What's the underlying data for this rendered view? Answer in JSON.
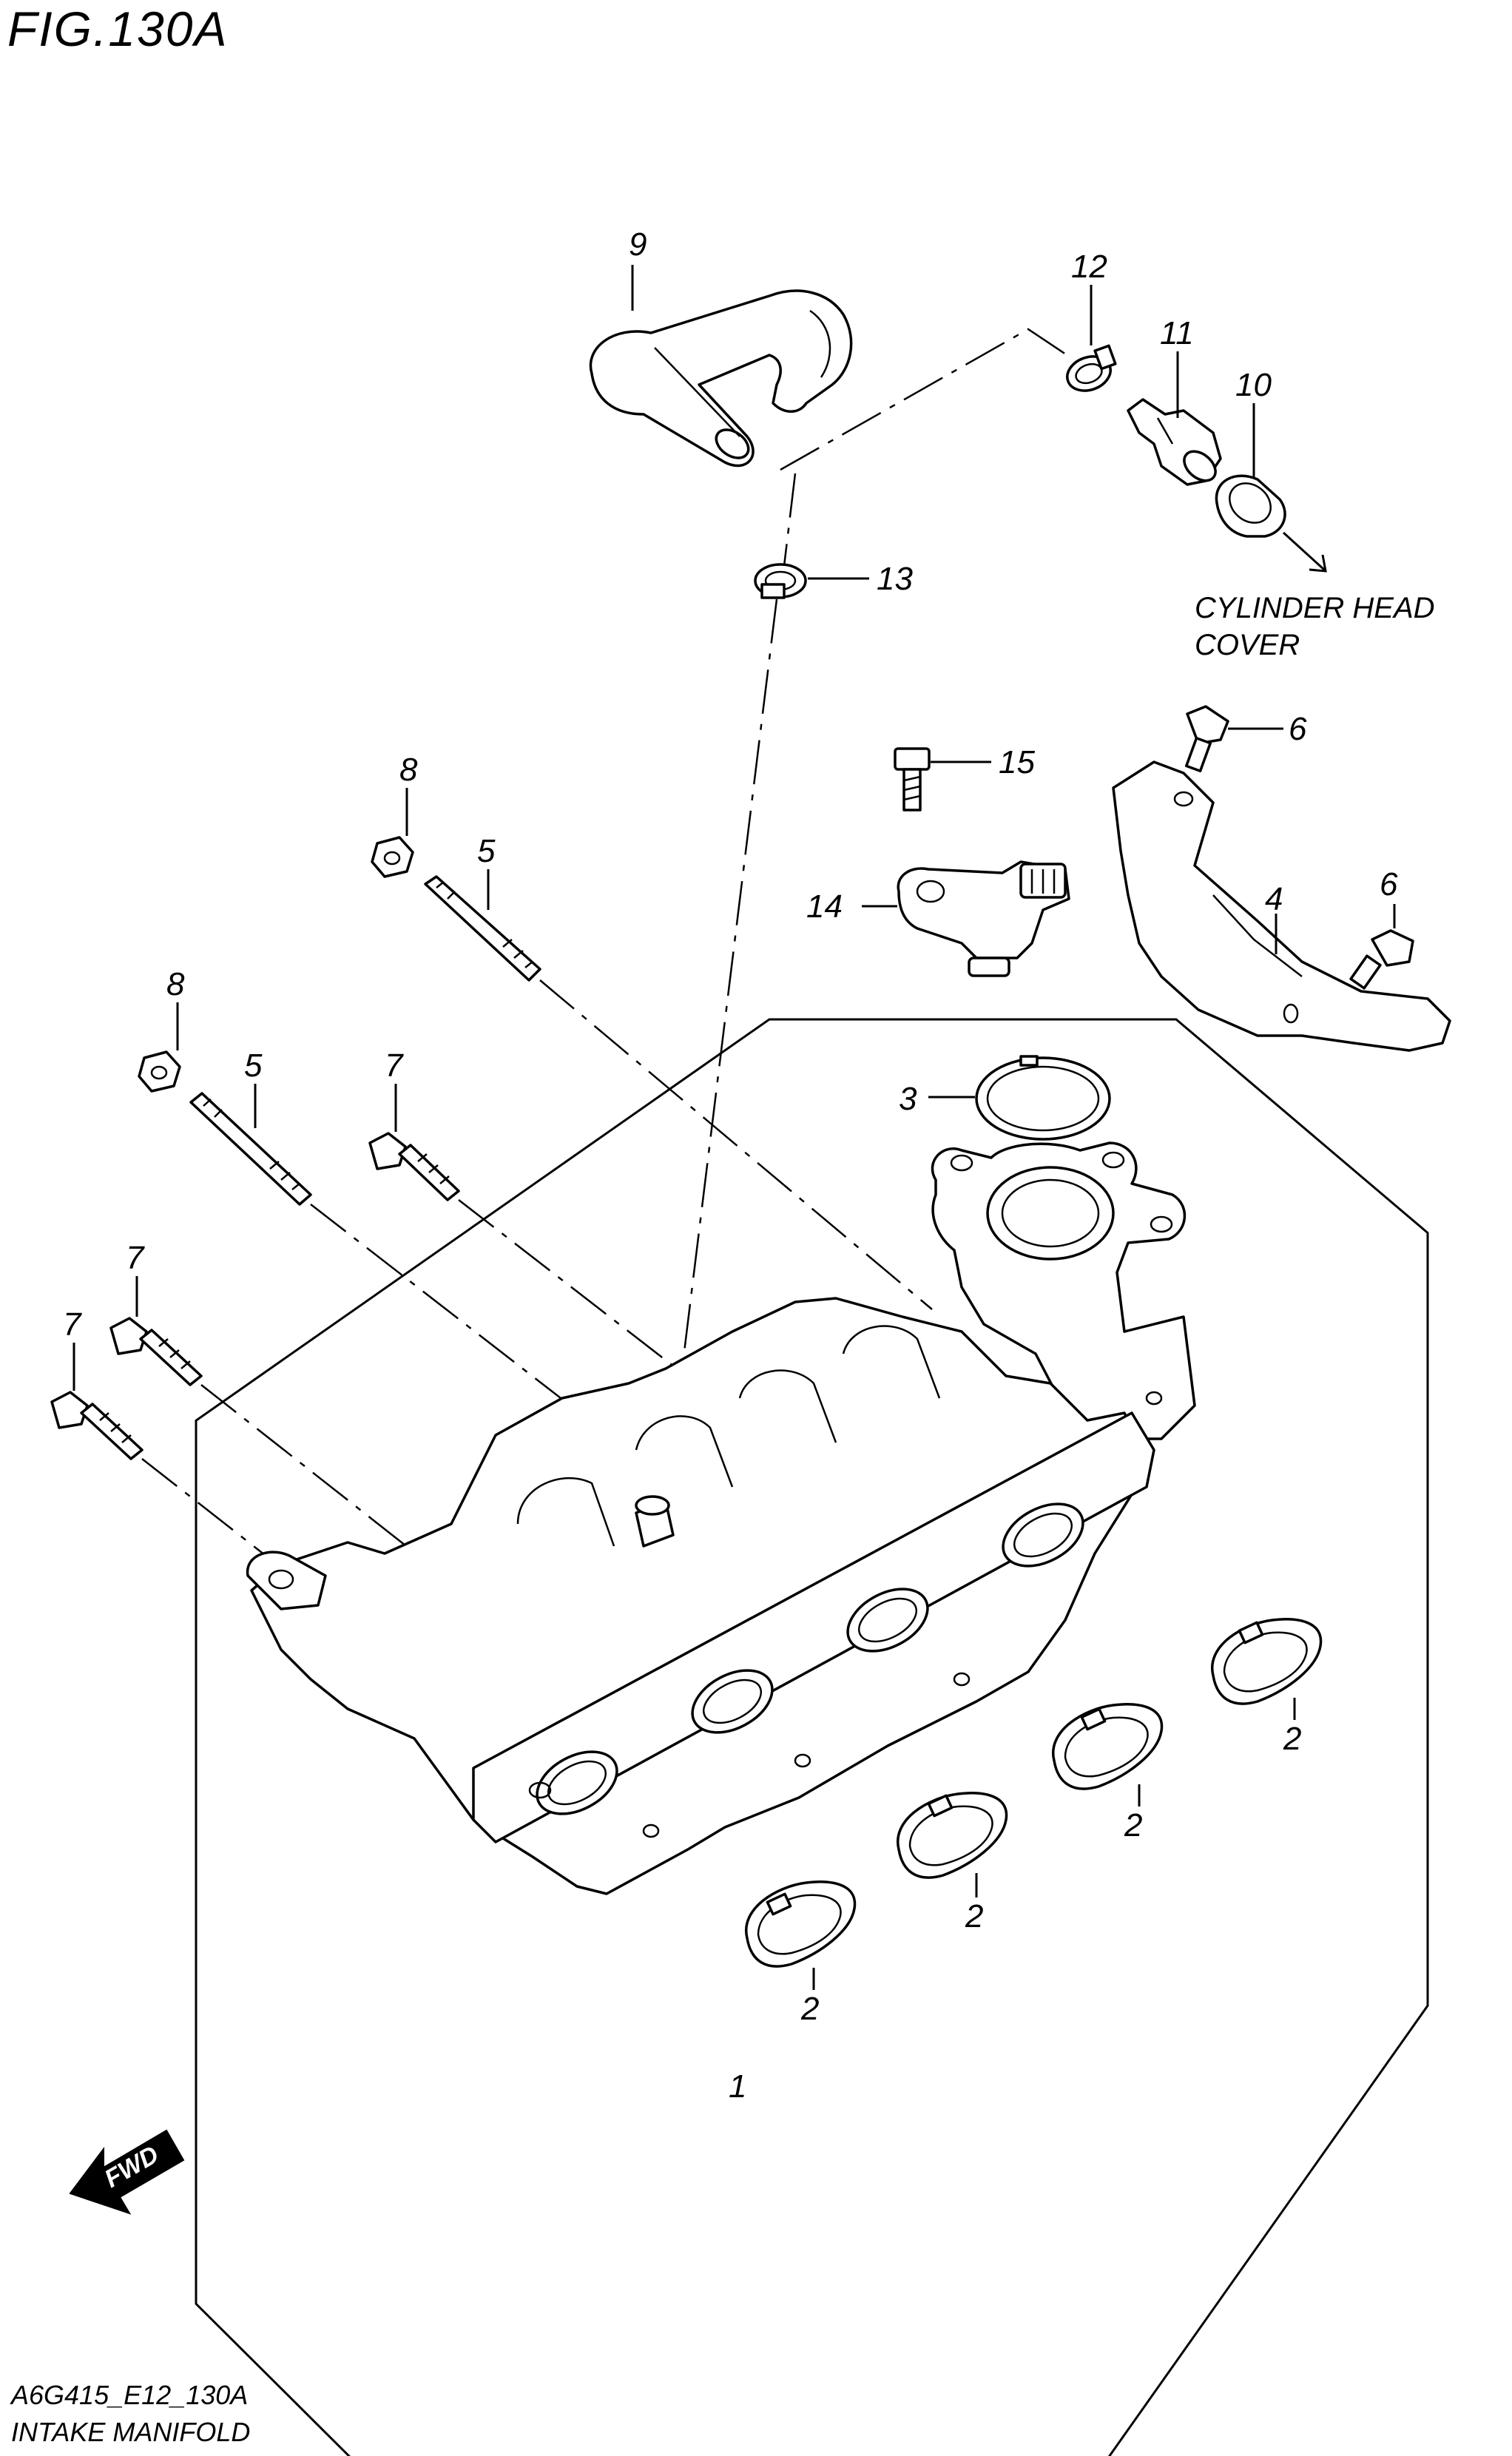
{
  "figure": {
    "title": "FIG.130A"
  },
  "labels": {
    "p1": "1",
    "p2a": "2",
    "p2b": "2",
    "p2c": "2",
    "p2d": "2",
    "p3": "3",
    "p4": "4",
    "p5a": "5",
    "p5b": "5",
    "p6a": "6",
    "p6b": "6",
    "p7a": "7",
    "p7b": "7",
    "p7c": "7",
    "p8a": "8",
    "p8b": "8",
    "p9": "9",
    "p10": "10",
    "p11": "11",
    "p12": "12",
    "p13": "13",
    "p14": "14",
    "p15": "15"
  },
  "annotations": {
    "destination_line1": "CYLINDER HEAD",
    "destination_line2": "COVER",
    "fwd": "FWD"
  },
  "footer": {
    "code": "A6G415_E12_130A",
    "name": "INTAKE MANIFOLD"
  }
}
